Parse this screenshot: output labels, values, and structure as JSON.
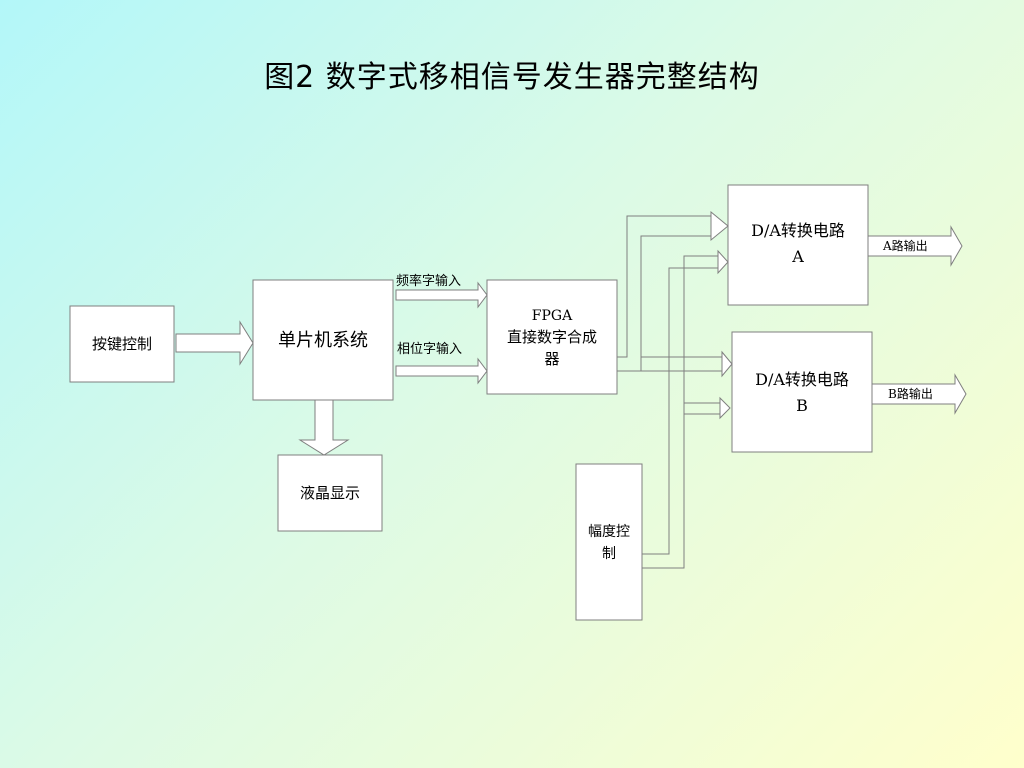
{
  "title": "图2 数字式移相信号发生器完整结构",
  "blocks": {
    "keypad": "按键控制",
    "mcu": "单片机系统",
    "lcd": "液晶显示",
    "fpga_line1": "FPGA",
    "fpga_line2": "直接数字合成",
    "fpga_line3": "器",
    "dac_a_line1": "D/A转换电路",
    "dac_a_line2": "A",
    "dac_b_line1": "D/A转换电路",
    "dac_b_line2": "B",
    "amp_line1": "幅度控",
    "amp_line2": "制"
  },
  "labels": {
    "freq_word": "频率字输入",
    "phase_word": "相位字输入",
    "out_a": "A路输出",
    "out_b": "B路输出"
  }
}
